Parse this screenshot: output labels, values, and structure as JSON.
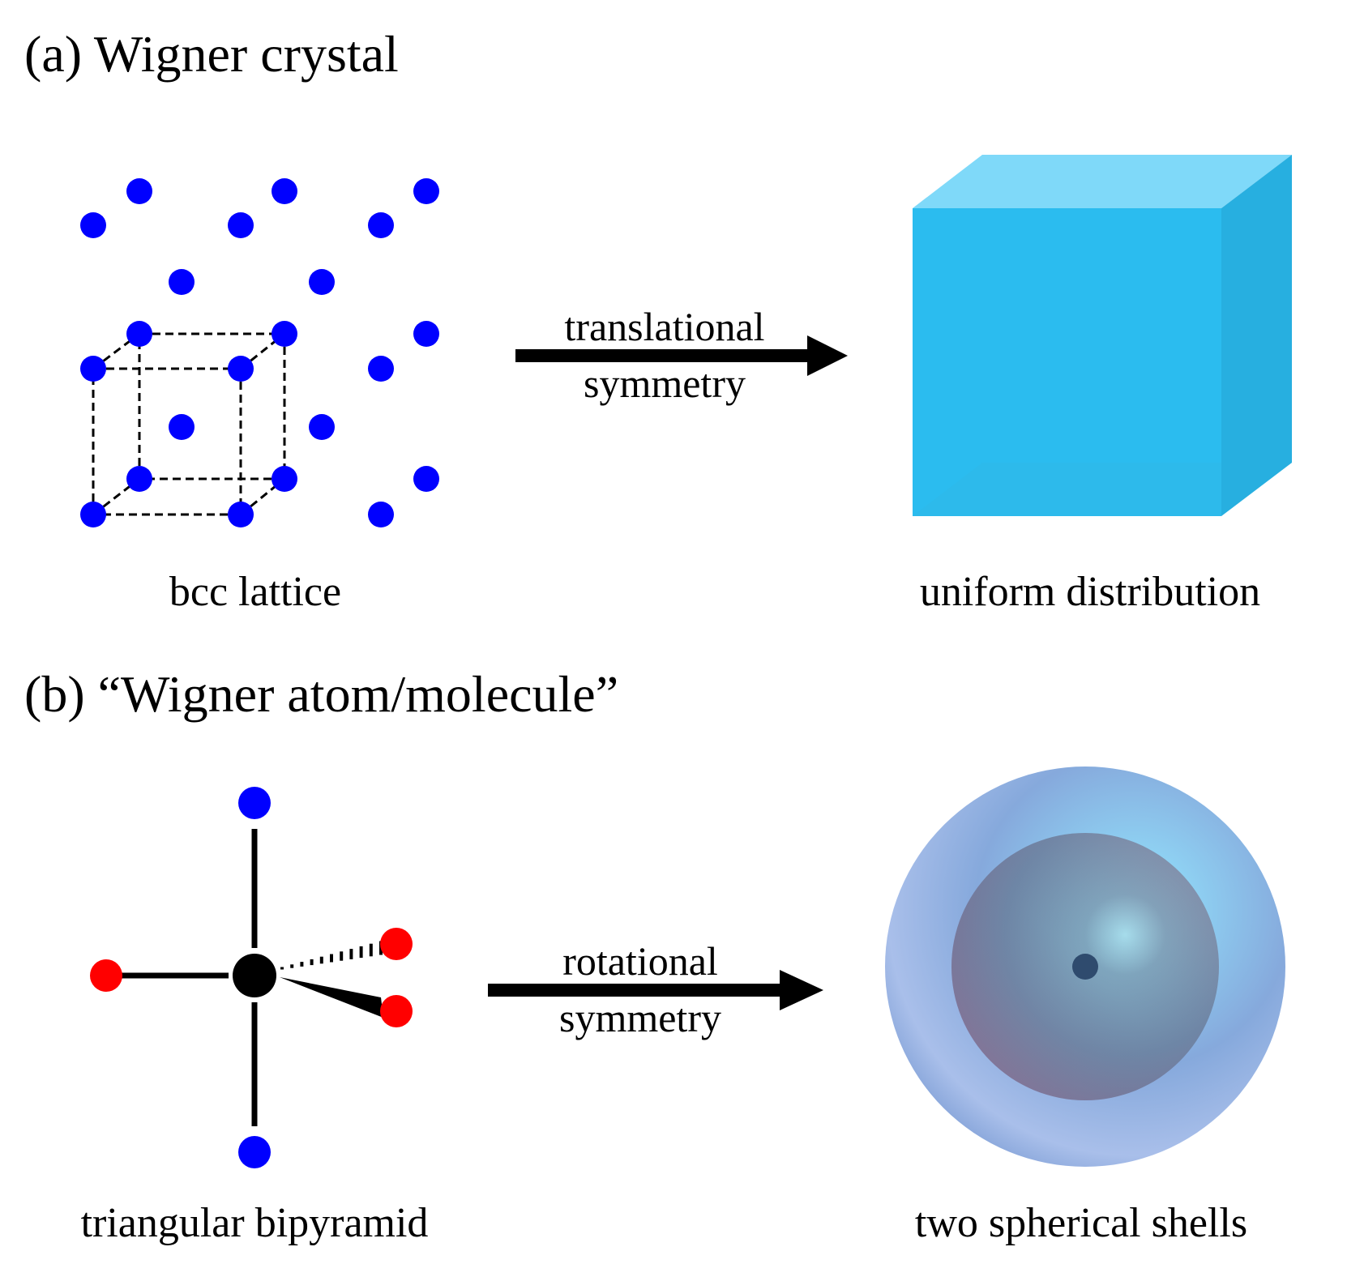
{
  "section_a": {
    "heading": "(a) Wigner crystal",
    "left_caption": "bcc lattice",
    "right_caption": "uniform distribution",
    "arrow_label_line1": "translational",
    "arrow_label_line2": "symmetry"
  },
  "section_b": {
    "heading": "(b) “Wigner atom/molecule”",
    "left_caption": "triangular bipyramid",
    "right_caption": "two spherical shells",
    "arrow_label_line1": "rotational",
    "arrow_label_line2": "symmetry"
  },
  "colors": {
    "lattice_dot": "#0000ff",
    "equatorial_dot": "#ff0000",
    "center_dot": "#000000",
    "cube_front": "#2bbcef",
    "cube_top": "#7fd9f9",
    "cube_side": "#27afe0",
    "outer_shell": "#7fa3d8",
    "inner_shell": "#6c86a8",
    "nucleus": "#2f4b6e"
  }
}
